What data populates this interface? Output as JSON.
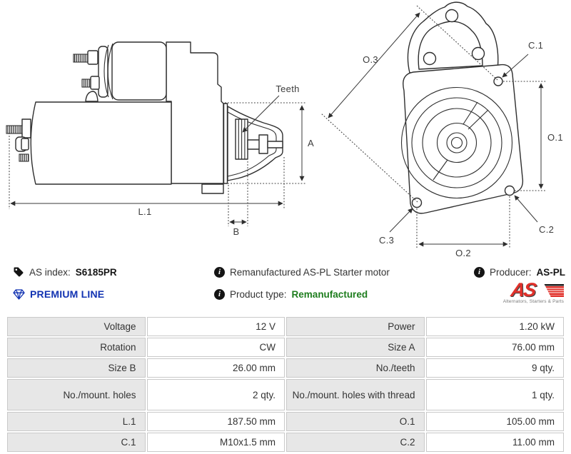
{
  "diagram": {
    "side_view": {
      "labels": {
        "teeth": "Teeth",
        "a": "A",
        "l1": "L.1",
        "b": "B"
      }
    },
    "front_view": {
      "labels": {
        "o3": "O.3",
        "c1": "C.1",
        "o1": "O.1",
        "c2": "C.2",
        "c3": "C.3",
        "o2": "O.2"
      }
    }
  },
  "info": {
    "as_index_label": "AS index:",
    "as_index_value": "S6185PR",
    "description": "Remanufactured AS-PL Starter motor",
    "producer_label": "Producer:",
    "producer_value": "AS-PL",
    "premium_line_label": "PREMIUM LINE",
    "product_type_label": "Product type:",
    "product_type_value": "Remanufactured",
    "logo_text": "AS",
    "logo_caption": "Alternators, Starters & Parts"
  },
  "colors": {
    "premium_blue": "#1233b2",
    "product_type_green": "#1e7d1e",
    "logo_red": "#e1302a",
    "table_label_bg": "#e7e7e7",
    "table_border": "#c9c9c9",
    "drawing_line": "#2e2e2e"
  },
  "specs": {
    "rows": [
      {
        "cells": [
          "Voltage",
          "12 V",
          "Power",
          "1.20 kW"
        ]
      },
      {
        "cells": [
          "Rotation",
          "CW",
          "Size A",
          "76.00 mm"
        ]
      },
      {
        "cells": [
          "Size B",
          "26.00 mm",
          "No./teeth",
          "9 qty."
        ]
      },
      {
        "cells": [
          "No./mount. holes",
          "2 qty.",
          "No./mount. holes with thread",
          "1 qty."
        ]
      },
      {
        "cells": [
          "L.1",
          "187.50 mm",
          "O.1",
          "105.00 mm"
        ]
      },
      {
        "cells": [
          "C.1",
          "M10x1.5 mm",
          "C.2",
          "11.00 mm"
        ]
      }
    ]
  }
}
